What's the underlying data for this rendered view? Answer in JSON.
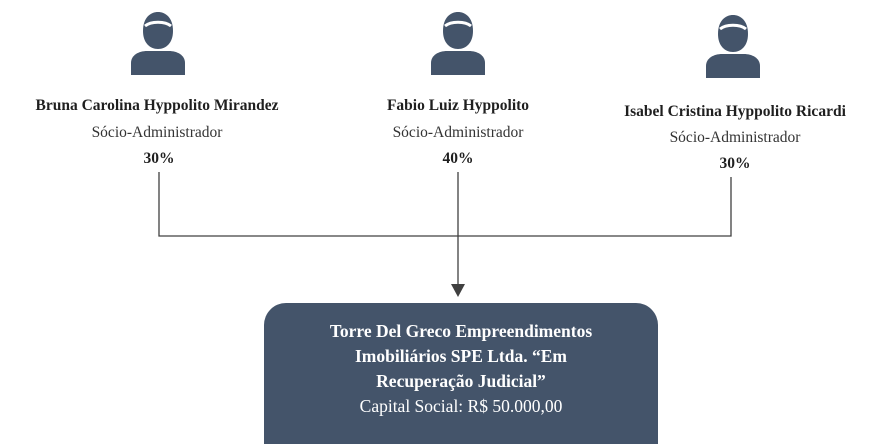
{
  "partners": [
    {
      "name": "Bruna Carolina Hyppolito Mirandez",
      "role": "Sócio-Administrador",
      "share": "30%",
      "icon": "person-icon"
    },
    {
      "name": "Fabio Luiz Hyppolito",
      "role": "Sócio-Administrador",
      "share": "40%",
      "icon": "person-icon"
    },
    {
      "name": "Isabel Cristina Hyppolito Ricardi",
      "role": "Sócio-Administrador",
      "share": "30%",
      "icon": "person-icon"
    }
  ],
  "company": {
    "name": "Torre Del Greco Empreendimentos Imobiliários SPE Ltda. “Em Recuperação Judicial”",
    "capital": "Capital Social: R$ 50.000,00"
  },
  "colors": {
    "icon": "#44546a",
    "box": "#44546a",
    "connector": "#404040"
  }
}
